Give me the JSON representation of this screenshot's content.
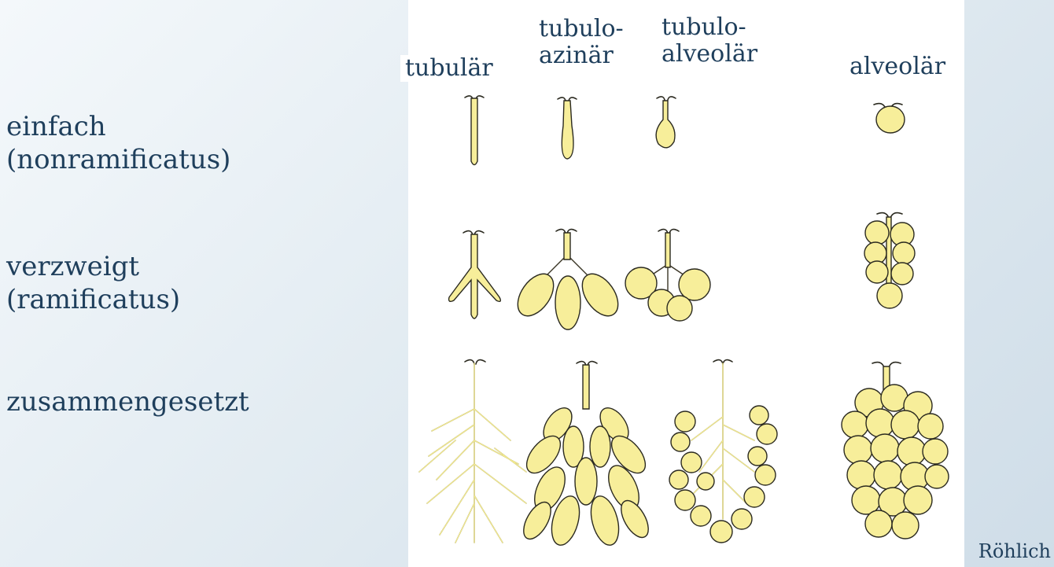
{
  "row_labels": {
    "simple_1": "einfach",
    "simple_2": "(nonramificatus)",
    "branched_1": "verzweigt",
    "branched_2": "(ramificatus)",
    "compound": "zusammengesetzt"
  },
  "column_headers": {
    "tubular": "tubulär",
    "tubuloacinar_1": "tubulo-",
    "tubuloacinar_2": "azinär",
    "tubuloalveolar_1": "tubulo-",
    "tubuloalveolar_2": "alveolär",
    "alveolar": "alveolär"
  },
  "credit": "Röhlich",
  "colors": {
    "gland_fill": "#f7ee9a",
    "gland_outline": "#2b2a20",
    "text": "#1f3f5c",
    "background_start": "#f4f8fb",
    "background_end": "#cfdde8"
  }
}
